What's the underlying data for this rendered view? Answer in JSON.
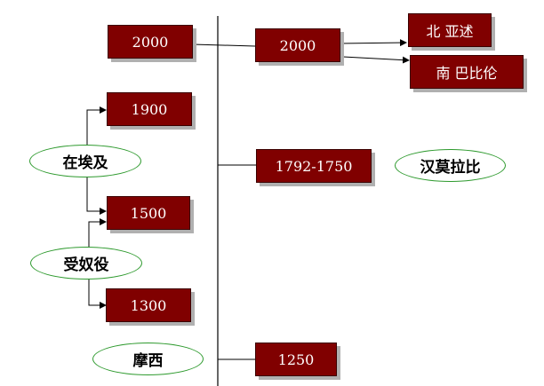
{
  "boxes": {
    "left_2000": "2000",
    "mid_2000": "2000",
    "north_asia": "北 亚述",
    "south_babylon": "南 巴比伦",
    "y1900": "1900",
    "y1792_1750": "1792-1750",
    "y1500": "1500",
    "y1300": "1300",
    "y1250": "1250"
  },
  "ovals": {
    "in_egypt": "在埃及",
    "enslaved": "受奴役",
    "hammurabi": "汉莫拉比",
    "moses": "摩西"
  },
  "colors": {
    "box_fill": "#800000",
    "oval_border": "#2e9a2e",
    "line": "#000000"
  }
}
